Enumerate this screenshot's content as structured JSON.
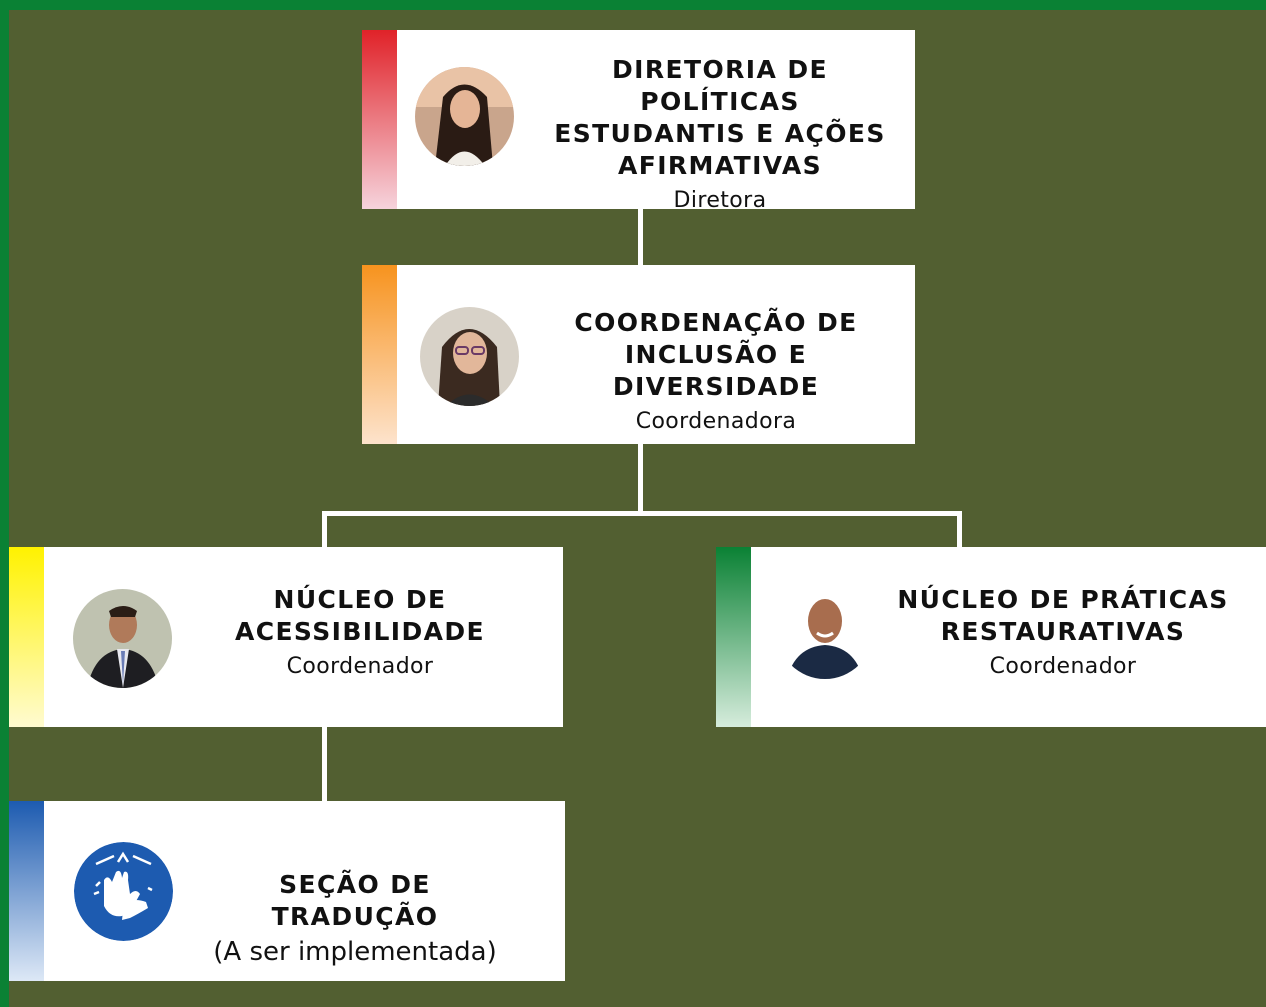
{
  "colors": {
    "border": "#0a8134",
    "background": "#525f31",
    "card": "#ffffff",
    "red": "#e02228",
    "orange": "#f7931e",
    "yellow": "#fff200",
    "green": "#0a8134",
    "blue": "#1d5bb0"
  },
  "nodes": {
    "diretoria": {
      "title": "DIRETORIA DE POLÍTICAS\nESTUDANTIS E AÇÕES\nAFIRMATIVAS",
      "role": "Diretora",
      "icon": "person-photo-avatar"
    },
    "coordenacao": {
      "title": "COORDENAÇÃO DE\nINCLUSÃO E DIVERSIDADE",
      "role": "Coordenadora",
      "icon": "person-photo-avatar"
    },
    "acessibilidade": {
      "title": "NÚCLEO DE\nACESSIBILIDADE",
      "role": "Coordenador",
      "icon": "person-photo-avatar"
    },
    "restaurativas": {
      "title": "NÚCLEO DE PRÁTICAS\nRESTAURATIVAS",
      "role": "Coordenador",
      "icon": "person-photo-avatar"
    },
    "traducao": {
      "title": "SEÇÃO DE TRADUÇÃO",
      "note": "(A ser implementada)",
      "icon": "sign-language-icon"
    }
  }
}
